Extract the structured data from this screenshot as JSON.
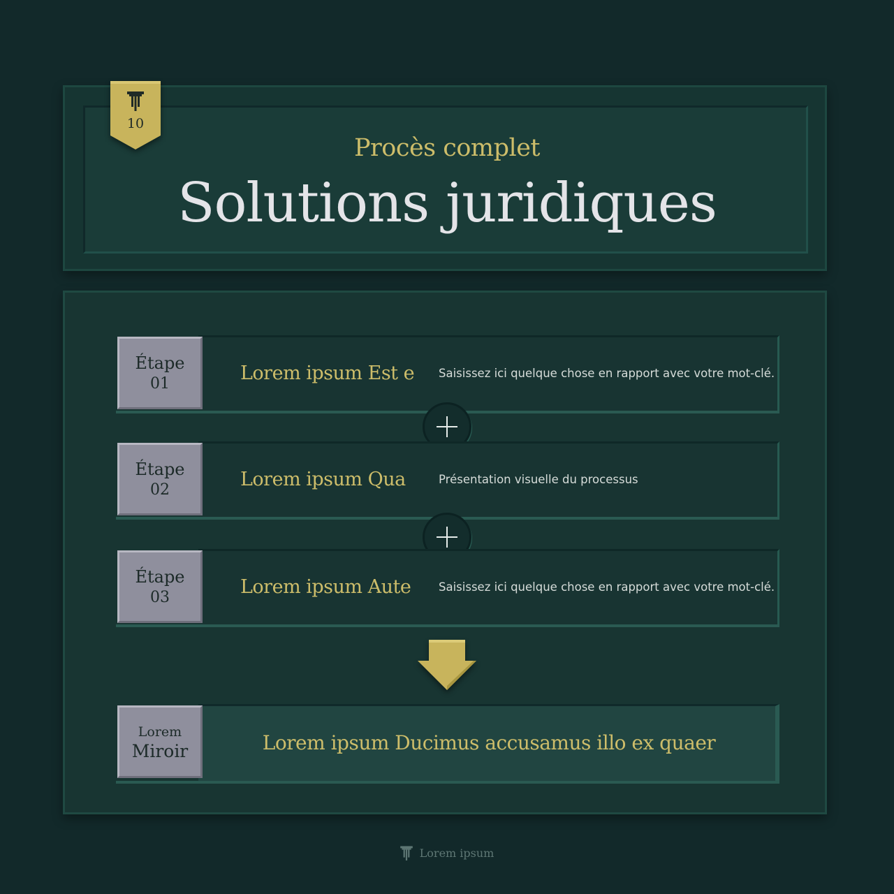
{
  "header": {
    "badge_number": "10",
    "subtitle": "Procès complet",
    "title": "Solutions juridiques"
  },
  "steps": [
    {
      "label": "Étape",
      "number": "01",
      "title": "Lorem ipsum Est e",
      "description": "Saisissez ici quelque chose en rapport avec votre mot-clé."
    },
    {
      "label": "Étape",
      "number": "02",
      "title": "Lorem ipsum Qua",
      "description": "Présentation visuelle du processus"
    },
    {
      "label": "Étape",
      "number": "03",
      "title": "Lorem ipsum Aute",
      "description": "Saisissez ici quelque chose en rapport avec votre mot-clé."
    }
  ],
  "final": {
    "label_top": "Lorem",
    "label_bottom": "Miroir",
    "title": "Lorem ipsum Ducimus accusamus illo ex quaer"
  },
  "footer": {
    "text": "Lorem ipsum"
  },
  "icons": {
    "badge": "pillar-icon",
    "connector": "plus-icon",
    "flow": "arrow-down-icon",
    "footer": "pillar-icon"
  },
  "colors": {
    "background": "#12292a",
    "accent_gold": "#cdbd6a",
    "label_gray": "#8f8f9d",
    "panel": "#1a3c38"
  }
}
